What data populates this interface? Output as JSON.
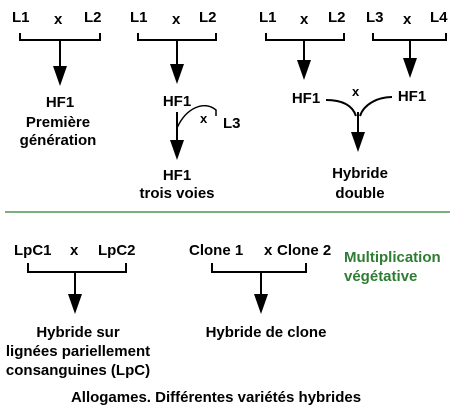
{
  "crosses": {
    "c1": {
      "left": "L1",
      "x": "x",
      "right": "L2",
      "result": "HF1",
      "note_line1": "Première",
      "note_line2": "génération"
    },
    "c2": {
      "left": "L1",
      "x": "x",
      "right": "L2",
      "result": "HF1",
      "x2": "x",
      "third": "L3",
      "final_line1": "HF1",
      "final_line2": "trois voies"
    },
    "c3": {
      "a": "L1",
      "xa": "x",
      "b": "L2",
      "c": "L3",
      "xc": "x",
      "d": "L4",
      "hf_left": "HF1",
      "xmid": "x",
      "hf_right": "HF1",
      "final_line1": "Hybride",
      "final_line2": "double"
    },
    "c4": {
      "left": "LpC1",
      "x": "x",
      "right": "LpC2",
      "result_line1": "Hybride sur",
      "result_line2": "lignées pariellement",
      "result_line3": "consanguines (LpC)"
    },
    "c5": {
      "left": "Clone 1",
      "x": "x",
      "right": "Clone 2",
      "result": "Hybride de clone"
    }
  },
  "note": {
    "line1": "Multiplication",
    "line2": "végétative"
  },
  "caption": "Allogames. Différentes variétés hybrides",
  "colors": {
    "ink": "#000000",
    "accent": "#2e7d32",
    "divider": "#2e7d32"
  }
}
